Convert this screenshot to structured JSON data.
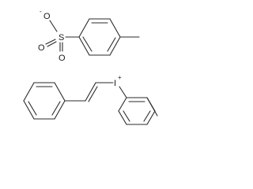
{
  "atoms": {
    "sulfur": "S",
    "sulfonate_oxygen_anion": "O",
    "sulfonate_oxygen_1": "O",
    "sulfonate_oxygen_2": "O",
    "iodine": "I",
    "anion_charge": "-",
    "cation_charge": "+"
  }
}
